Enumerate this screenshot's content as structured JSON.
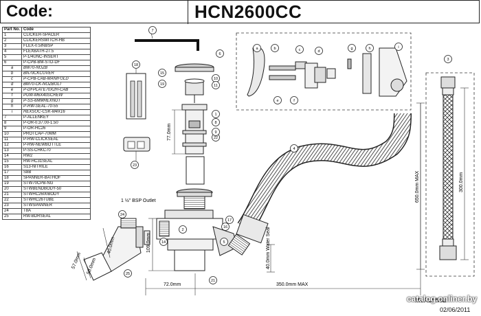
{
  "header": {
    "code_label": "Code:",
    "code_value": "HCN2600CC"
  },
  "parts_table": {
    "headers": [
      "Part No.",
      "Code"
    ],
    "rows": [
      {
        "no": "1",
        "code": "CLICKER-SPACER",
        "sub": false
      },
      {
        "no": "2",
        "code": "CLICKERSWITCH-HB",
        "sub": false
      },
      {
        "no": "3",
        "code": "FLEX-0.5INBSP",
        "sub": false
      },
      {
        "no": "4",
        "code": "FLEXBATH-27.5",
        "sub": false
      },
      {
        "no": "5",
        "code": "P-1/4UNC-INSERT",
        "sub": false
      },
      {
        "no": "6",
        "code": "P-CPB-BM-STD-DF",
        "sub": false
      },
      {
        "no": "a",
        "code": "BW70-NOZB",
        "sub": true
      },
      {
        "no": "b",
        "code": "BN70CKCOVER",
        "sub": true
      },
      {
        "no": "c",
        "code": "P-CPB-CAB-MANIFOLD",
        "sub": true
      },
      {
        "no": "d",
        "code": "BM70-CK-NOZBOLT",
        "sub": true
      },
      {
        "no": "e",
        "code": "P-DFPLATE70X2H-CAB",
        "sub": true
      },
      {
        "no": "f",
        "code": "PUW-M6X40SCREW",
        "sub": true
      },
      {
        "no": "g",
        "code": "P-SS-6MMHEXNUT",
        "sub": true
      },
      {
        "no": "h",
        "code": "P-RW-SEAL-70-55",
        "sub": true
      },
      {
        "no": "i",
        "code": "HEXSOC-CSK-M4X16",
        "sub": true
      },
      {
        "no": "7",
        "code": "P-ALLENKEY",
        "sub": false
      },
      {
        "no": "8",
        "code": "P-OR-0.37.00-1.50",
        "sub": false
      },
      {
        "no": "9",
        "code": "P-OR-HC26",
        "sub": false
      },
      {
        "no": "10",
        "code": "PROTCAP-70MM",
        "sub": false
      },
      {
        "no": "11",
        "code": "P-RW-CLICKSEAL",
        "sub": false
      },
      {
        "no": "12",
        "code": "P-RW-NEWBOTTLE",
        "sub": false
      },
      {
        "no": "13",
        "code": "P-SS-CHKC70",
        "sub": false
      },
      {
        "no": "14",
        "code": "RW2",
        "sub": false
      },
      {
        "no": "15",
        "code": "RW-HC31SEAL",
        "sub": false
      },
      {
        "no": "16",
        "code": "S13-NITRILE",
        "sub": false
      },
      {
        "no": "17",
        "code": "S8B",
        "sub": false
      },
      {
        "no": "18",
        "code": "SPANNER-BATHOF",
        "sub": false
      },
      {
        "no": "19",
        "code": "STW70CPB-NG",
        "sub": false
      },
      {
        "no": "20",
        "code": "STWBENDBODY-50",
        "sub": false
      },
      {
        "no": "21",
        "code": "STWHC2600BODY",
        "sub": false
      },
      {
        "no": "22",
        "code": "STWHC26TUBE",
        "sub": false
      },
      {
        "no": "23",
        "code": "STWSPANNER",
        "sub": false
      },
      {
        "no": "24",
        "code": "T8A",
        "sub": false
      },
      {
        "no": "25",
        "code": "RW-BDRSEAL",
        "sub": false
      }
    ]
  },
  "dimensions": {
    "height_77": "77.0mm",
    "bsp_outlet": "1 ½\" BSP Outlet",
    "height_109": "109.0mm",
    "dim_57": "57.0mm",
    "dim_50": "50.0mm",
    "dim_40": "40.0mm",
    "water_seal": "40.0mm Water Seal",
    "dim_72": "72.0mm",
    "dim_350": "350.0mm MAX",
    "dim_650": "650.0mm MAX",
    "dim_300": "300.0mm"
  },
  "callouts": [
    "7",
    "6",
    "a",
    "b",
    "c",
    "d",
    "e",
    "f",
    "g",
    "h",
    "i",
    "3",
    "18",
    "15",
    "19",
    "10",
    "11",
    "14",
    "22",
    "1",
    "8",
    "9",
    "23",
    "2",
    "4",
    "24",
    "17",
    "16",
    "25",
    "5",
    "21"
  ],
  "footer": {
    "brand": "McALPINE",
    "date": "02/06/2011"
  },
  "watermark": "catalog.onliner.by",
  "icons": [
    "allen-key-icon",
    "spanner-icon",
    "flexible-hose-icon",
    "flexible-waste-icon"
  ]
}
